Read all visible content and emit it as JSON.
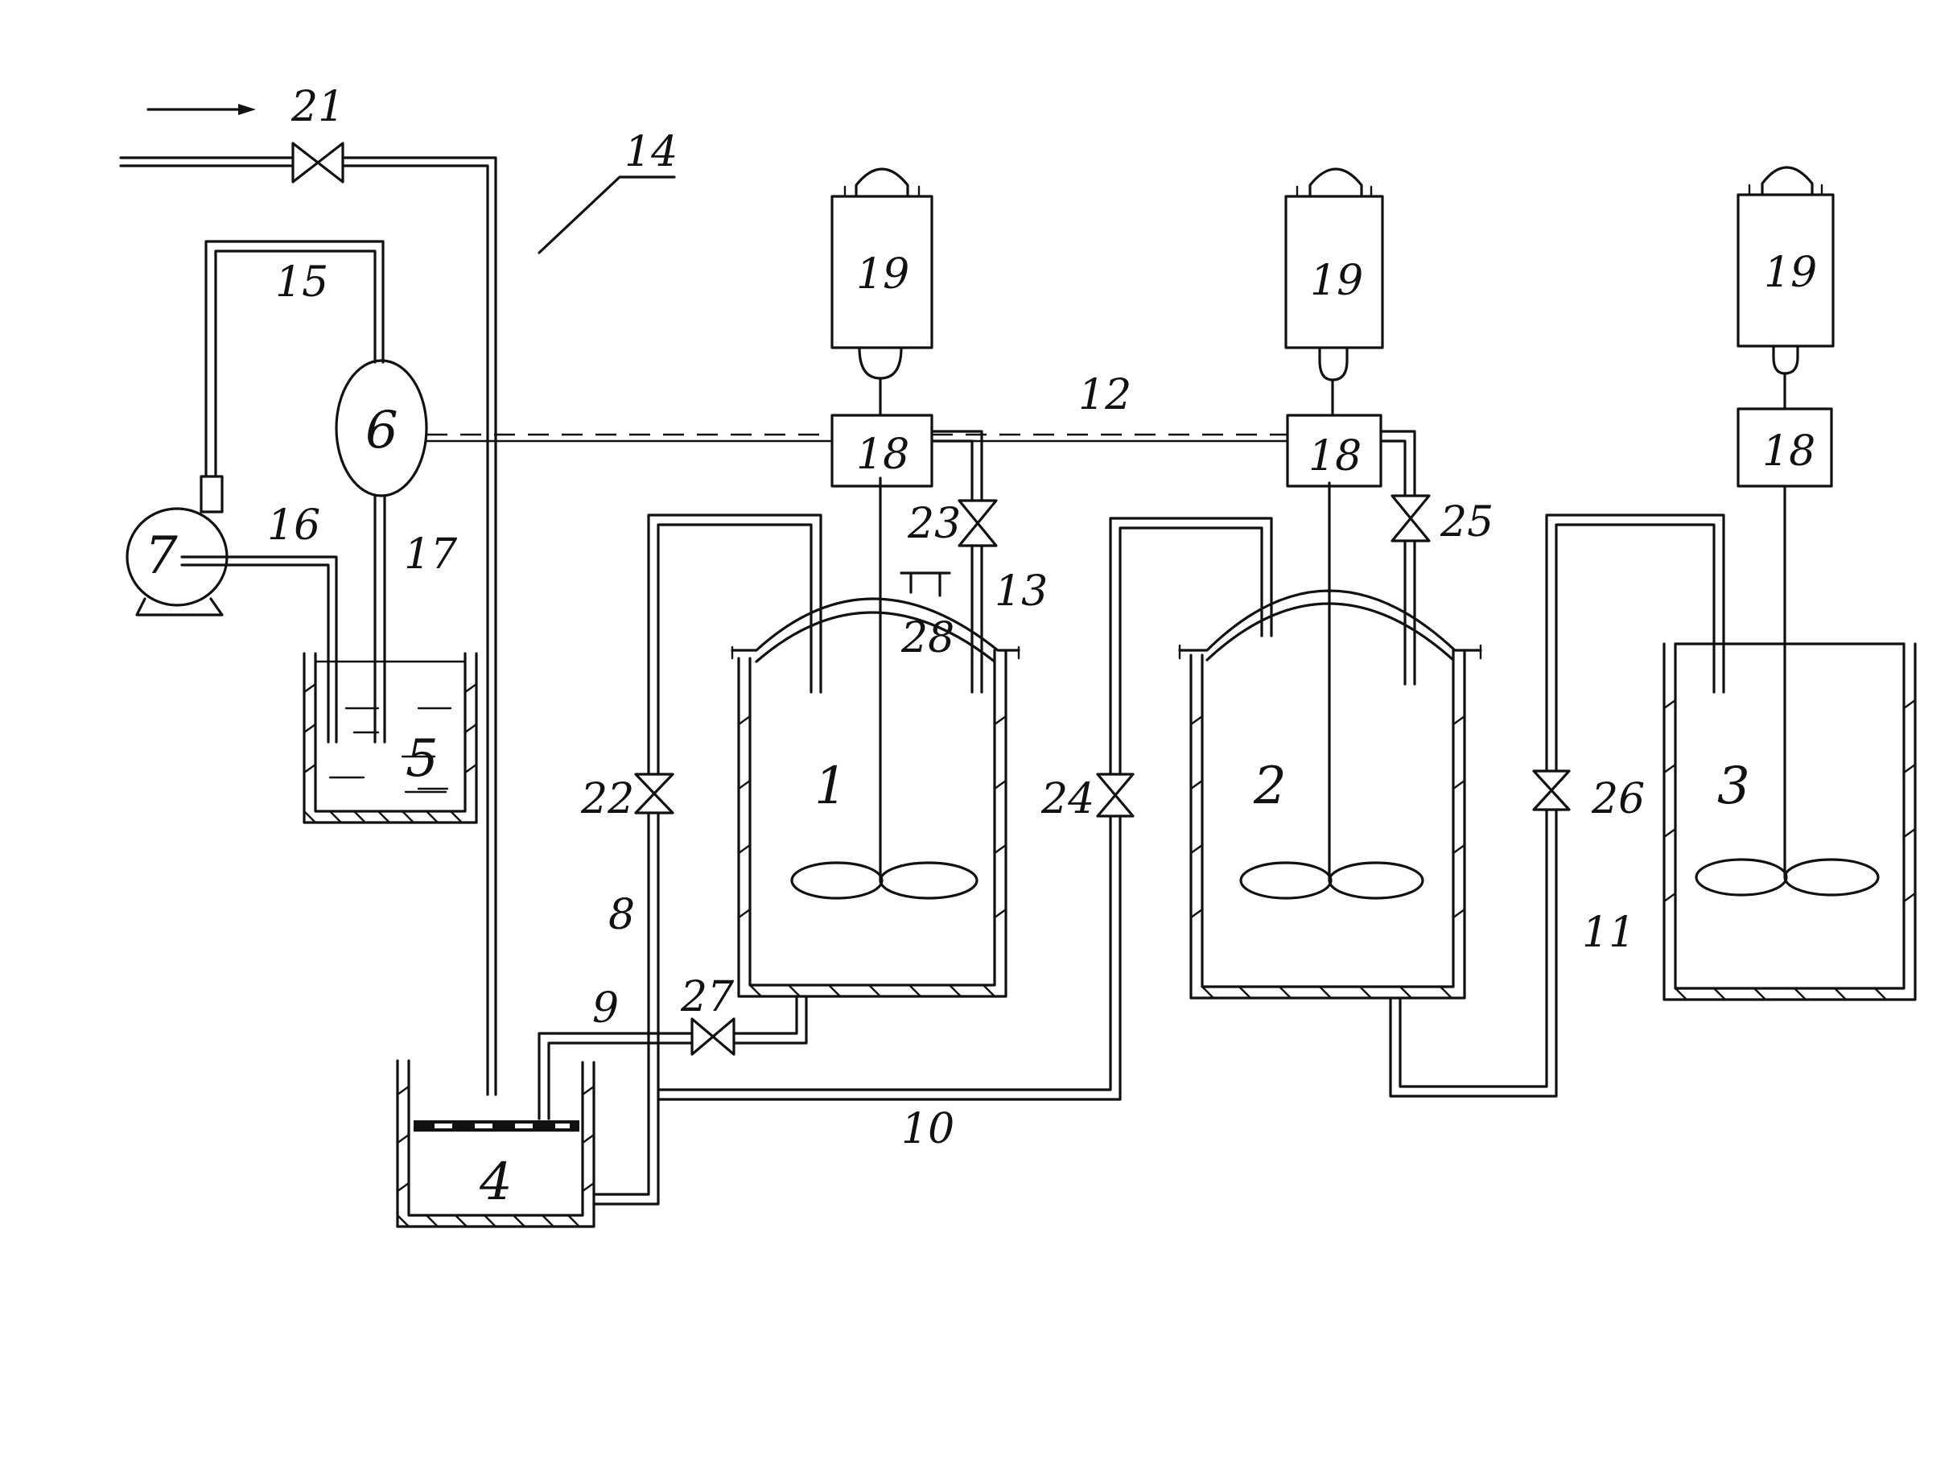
{
  "labels": {
    "vessel_1": "1",
    "vessel_2": "2",
    "vessel_3": "3",
    "tank_4": "4",
    "tank_5": "5",
    "sensor_6": "6",
    "pump_7": "7",
    "pipe_8": "8",
    "pipe_9": "9",
    "pipe_10": "10",
    "pipe_11": "11",
    "line_12": "12",
    "pipe_13": "13",
    "pointer_14": "14",
    "pipe_15": "15",
    "pipe_16": "16",
    "pipe_17": "17",
    "gearbox_a": "18",
    "gearbox_b": "18",
    "gearbox_c": "18",
    "motor_a": "19",
    "motor_b": "19",
    "motor_c": "19",
    "valve_21": "21",
    "valve_22": "22",
    "valve_23": "23",
    "valve_24": "24",
    "valve_25": "25",
    "valve_26": "26",
    "valve_27": "27",
    "port_28": "28"
  },
  "colors": {
    "ink": "#111111",
    "paper": "#ffffff"
  }
}
